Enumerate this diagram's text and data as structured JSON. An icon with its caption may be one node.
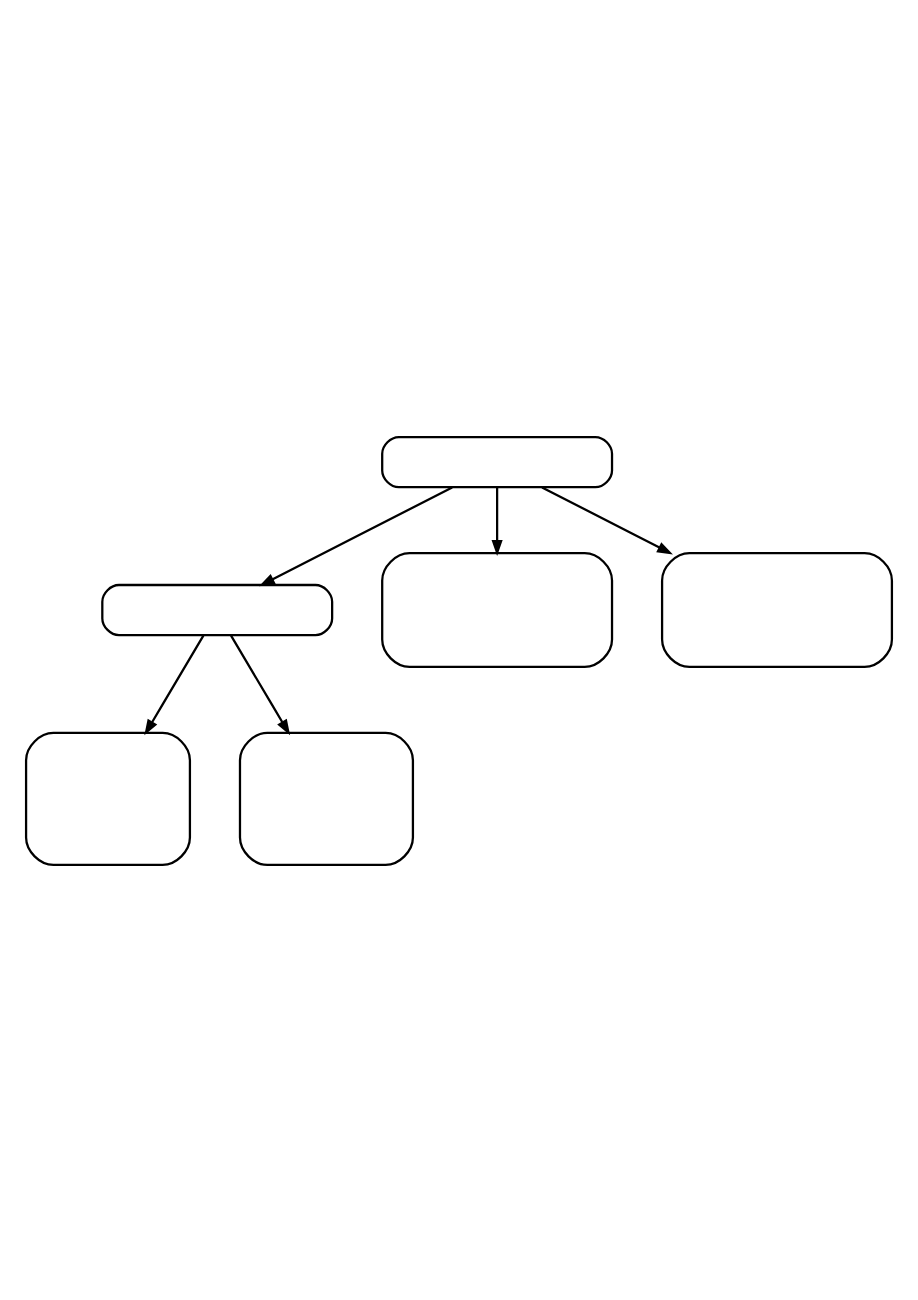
{
  "diagram": {
    "nodes": [
      {
        "text": [],
        "shape": "box"
      },
      {
        "text": [],
        "shape": "box"
      },
      {
        "text": [],
        "shape": "box"
      },
      {
        "text": [],
        "shape": "box"
      },
      {
        "text": [],
        "shape": "box"
      },
      {
        "text": [],
        "shape": "box"
      }
    ],
    "edges": [
      {
        "from": 0,
        "to": 1,
        "arrow": "to"
      },
      {
        "from": 0,
        "to": 2,
        "arrow": "to"
      },
      {
        "from": 0,
        "to": 3,
        "arrow": "to"
      },
      {
        "from": 1,
        "to": 4,
        "arrow": "to"
      },
      {
        "from": 1,
        "to": 5,
        "arrow": "to"
      }
    ]
  }
}
